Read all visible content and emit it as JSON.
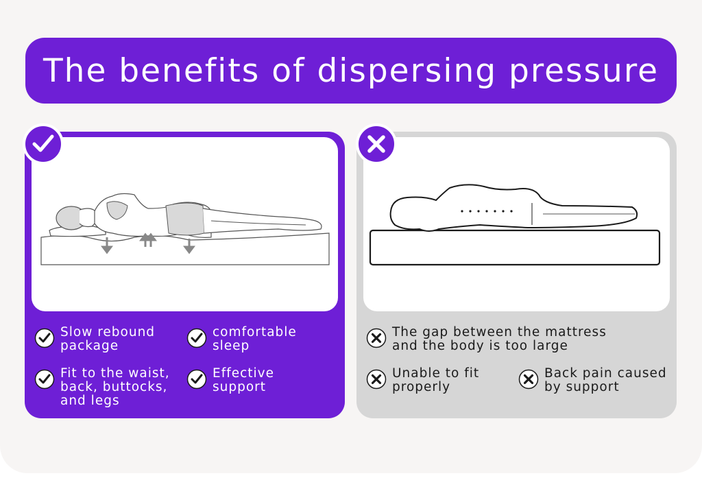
{
  "title": "The benefits of dispersing pressure",
  "good_panel": {
    "badge_icon": "checkmark-icon",
    "features": [
      {
        "text": "Slow rebound\npackage",
        "icon": "check-circle-icon"
      },
      {
        "text": "comfortable\nsleep",
        "icon": "check-circle-icon"
      },
      {
        "text": "Fit to the waist,\nback, buttocks,\nand legs",
        "icon": "check-circle-icon"
      },
      {
        "text": "Effective\nsupport",
        "icon": "check-circle-icon"
      }
    ]
  },
  "bad_panel": {
    "badge_icon": "cross-icon",
    "features": [
      {
        "text": "The gap between the mattress\nand the body is too large",
        "icon": "x-circle-icon"
      },
      {
        "text": "Unable to fit\nproperly",
        "icon": "x-circle-icon"
      },
      {
        "text": "Back pain caused\nby support",
        "icon": "x-circle-icon"
      }
    ]
  },
  "colors": {
    "brand_purple": "#6e1fd6",
    "gray_panel": "#d6d6d6",
    "background": "#f7f5f4"
  }
}
